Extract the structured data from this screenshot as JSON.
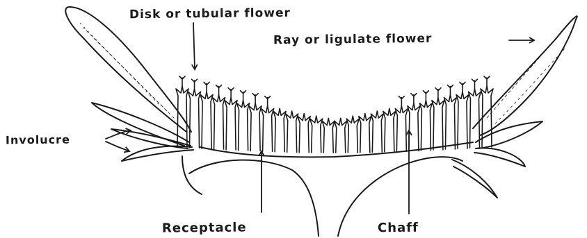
{
  "labels": {
    "disk": "Disk or tubular flower",
    "ray": "Ray or ligulate flower",
    "involucre": "Involucre",
    "receptacle": "Receptacle",
    "chaff": "Chaff"
  }
}
